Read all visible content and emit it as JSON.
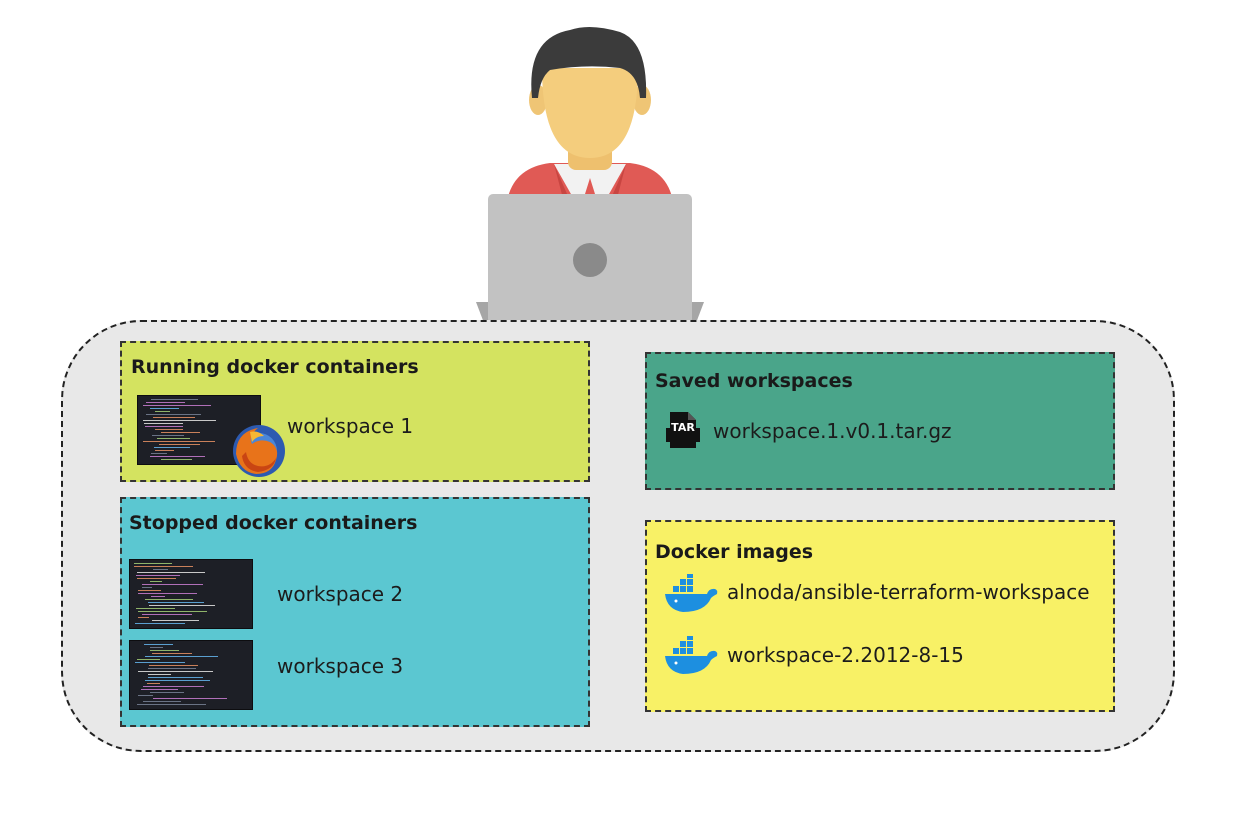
{
  "running": {
    "title": "Running docker containers",
    "items": [
      {
        "label": "workspace 1",
        "browser_icon": "firefox-icon"
      }
    ]
  },
  "stopped": {
    "title": "Stopped docker containers",
    "items": [
      {
        "label": "workspace 2"
      },
      {
        "label": "workspace 3"
      }
    ]
  },
  "saved": {
    "title": "Saved workspaces",
    "items": [
      {
        "label": "workspace.1.v0.1.tar.gz",
        "icon": "tar-file-icon",
        "icon_text": "TAR"
      }
    ]
  },
  "images": {
    "title": "Docker images",
    "items": [
      {
        "label": "alnoda/ansible-terraform-workspace",
        "icon": "docker-whale-icon"
      },
      {
        "label": "workspace-2.2012-8-15",
        "icon": "docker-whale-icon"
      }
    ]
  },
  "colors": {
    "running_panel": "#d4e360",
    "stopped_panel": "#5bc7d1",
    "saved_panel": "#4aa58a",
    "images_panel": "#f8f166",
    "host_background": "#e8e8e8",
    "docker_blue": "#1d8fe0"
  }
}
